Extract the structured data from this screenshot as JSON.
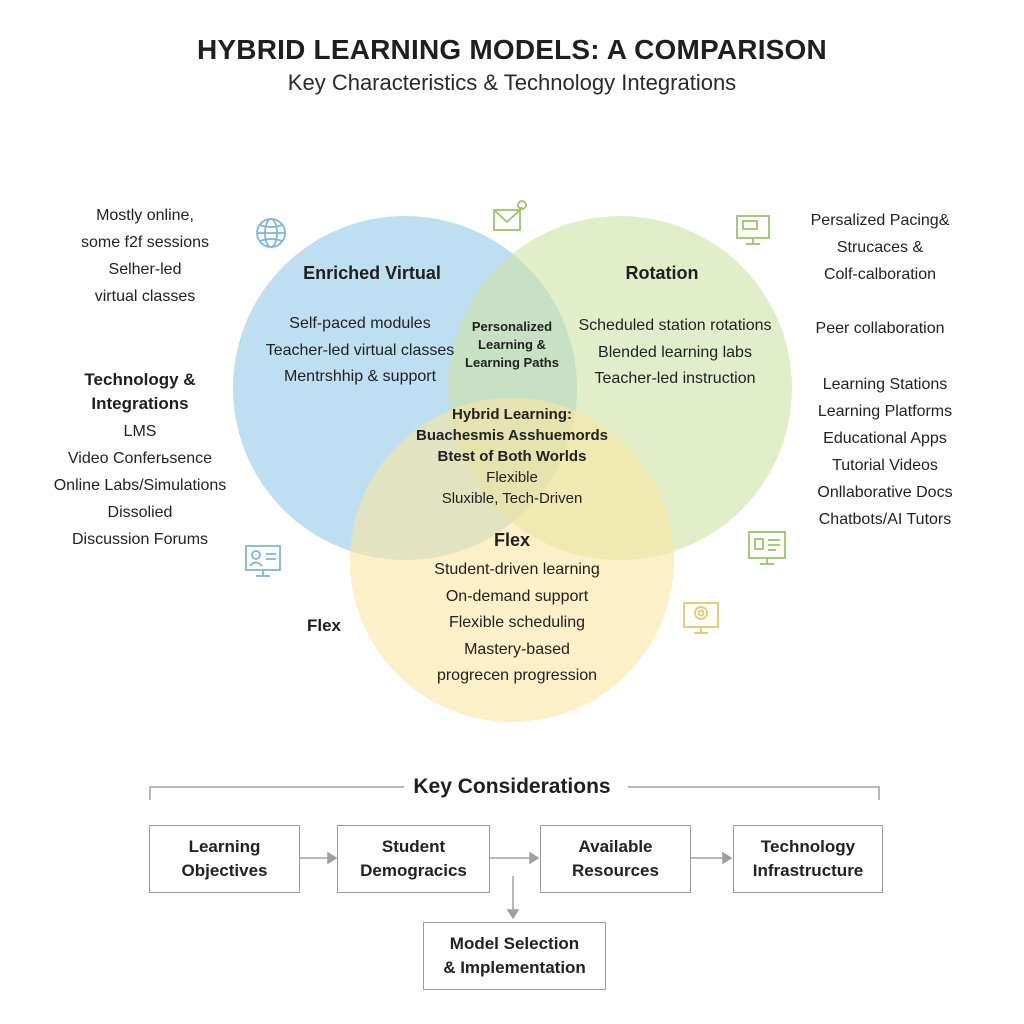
{
  "header": {
    "title": "HYBRID LEARNING MODELS: A COMPARISON",
    "subtitle": "Key Characteristics & Technology Integrations"
  },
  "venn": {
    "enriched_virtual": {
      "title": "Enriched Virtual",
      "items": [
        "Self-paced modules",
        "Teacher-led virtual classes",
        "Mentrshhip & support"
      ],
      "color": "#a8d3ec"
    },
    "rotation": {
      "title": "Rotation",
      "items": [
        "Scheduled station rotations",
        "Blended learning labs",
        "Teacher-led instruction"
      ],
      "color": "#cfe2a6"
    },
    "flex": {
      "title": "Flex",
      "items": [
        "Student-driven learning",
        "On-demand support",
        "Flexible scheduling",
        "Mastery-based",
        "progrecen progression"
      ],
      "color": "#f8e6a2"
    },
    "overlap_top": {
      "lines": [
        "Personalized",
        "Learning &",
        "Learning Paths"
      ]
    },
    "center": {
      "lines": [
        "Hybrid Learning:",
        "Buachesmis Asshuemords",
        "Btest of Both Worlds",
        "Flexible",
        "Sluxible, Tech-Driven"
      ]
    }
  },
  "left_panel": {
    "notes": [
      "Mostly online,",
      "some f2f sessions",
      "Selher-led",
      "virtual classes"
    ],
    "heading": [
      "Technology &",
      "Integrations"
    ],
    "items": [
      "LMS",
      "Video Conferьsence",
      "Online Labs/Simulations",
      "Dissolied",
      "Discussion Forums"
    ],
    "flex_label": "Flex"
  },
  "right_panel": {
    "notes": [
      "Persalized Pacing&",
      "Strucaces &",
      "Colf-calboration"
    ],
    "peer": "Peer collaboration",
    "items": [
      "Learning Stations",
      "Learning Platforms",
      "Educational Apps",
      "Tutorial Videos",
      "Onllaborative Docs",
      "Chatbots/AI Tutors"
    ]
  },
  "considerations": {
    "title": "Key Considerations",
    "boxes": [
      {
        "line1": "Learning",
        "line2": "Objectives"
      },
      {
        "line1": "Student",
        "line2": "Demogracics"
      },
      {
        "line1": "Available",
        "line2": "Resources"
      },
      {
        "line1": "Technology",
        "line2": "Infrastructure"
      }
    ],
    "result": {
      "line1": "Model Selection",
      "line2": "& Implementation"
    }
  },
  "icons": {
    "globe": "globe-icon",
    "envelope": "envelope-check-icon",
    "monitor_top_right": "monitor-chat-icon",
    "profile_screen": "profile-screen-icon",
    "chart_screen": "chart-monitor-icon",
    "video_screen": "video-monitor-icon"
  }
}
